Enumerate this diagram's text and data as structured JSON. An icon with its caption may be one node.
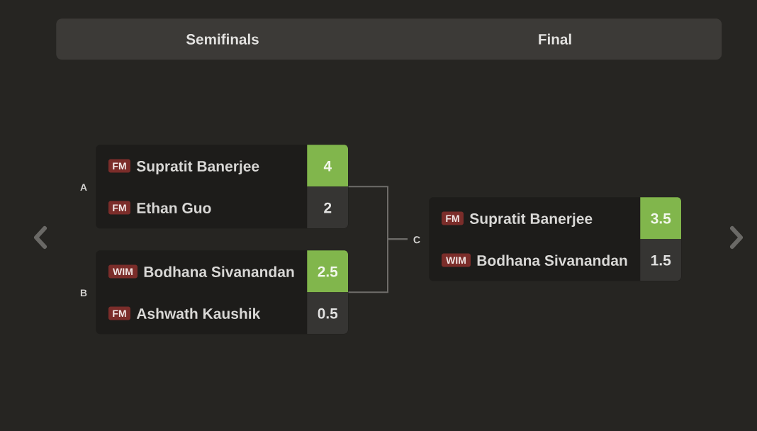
{
  "diagram": {
    "nodes": [
      {
        "text": [
          "Semifinals",
          "Final"
        ]
      },
      {
        "text": [
          "Supratit Banerjee",
          "Ethan Guo"
        ],
        "beside": [
          "A"
        ]
      },
      {
        "text": [
          "FM"
        ],
        "in": 1
      },
      {
        "text": [
          "4"
        ],
        "in": 1
      },
      {
        "text": [
          "FM"
        ],
        "in": 1
      },
      {
        "text": [
          "2"
        ],
        "in": 1
      },
      {
        "text": [
          "Bodhana Sivanandan",
          "Ashwath Kaushik"
        ],
        "beside": [
          "B"
        ]
      },
      {
        "text": [
          "WIM"
        ],
        "in": 6
      },
      {
        "text": [
          "2.5"
        ],
        "in": 6
      },
      {
        "text": [
          "FM"
        ],
        "in": 6
      },
      {
        "text": [
          "0.5"
        ],
        "in": 6
      },
      {
        "text": [
          "Supratit Banerjee",
          "Bodhana Sivanandan"
        ],
        "beside": [
          "C"
        ]
      },
      {
        "text": [
          "FM"
        ],
        "in": 11
      },
      {
        "text": [
          "3.5"
        ],
        "in": 11
      },
      {
        "text": [
          "WIM"
        ],
        "in": 11
      },
      {
        "text": [
          "1.5"
        ],
        "in": 11
      }
    ],
    "edges": [
      {
        "from": 1,
        "to": 11,
        "arrow": "none"
      },
      {
        "from": 6,
        "to": 11,
        "arrow": "none"
      }
    ]
  }
}
